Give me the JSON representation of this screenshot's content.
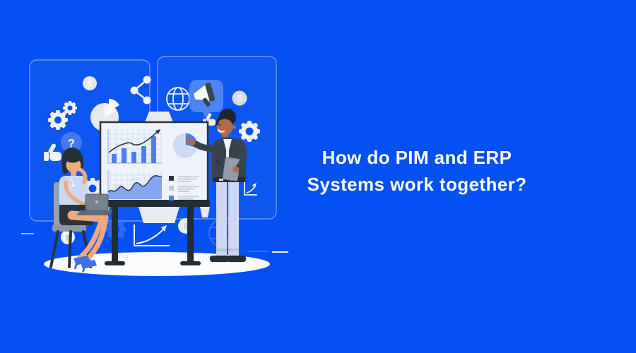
{
  "page": {
    "background_color": "#0550F2",
    "heading": {
      "line1": "How do PIM and ERP",
      "line2": "Systems work together?",
      "color": "#FFFFFF"
    }
  },
  "illustration": {
    "alt": "Two colleagues presenting business analytics charts on a whiteboard",
    "glyphs": {
      "dollar": "$",
      "question_mark": "?"
    },
    "colors": {
      "accent_blue": "#4A7FF0",
      "bubble_blue": "#4D83F2",
      "board_surface": "#EEF2FA",
      "ink_dark": "#2B333C",
      "icon_light": "#EEF1F5",
      "pants_blue": "#CDD7F0",
      "skin_presenter": "#B16B4A",
      "skin_analyst": "#EFAA7B",
      "ground": "#FBFCFE"
    }
  }
}
